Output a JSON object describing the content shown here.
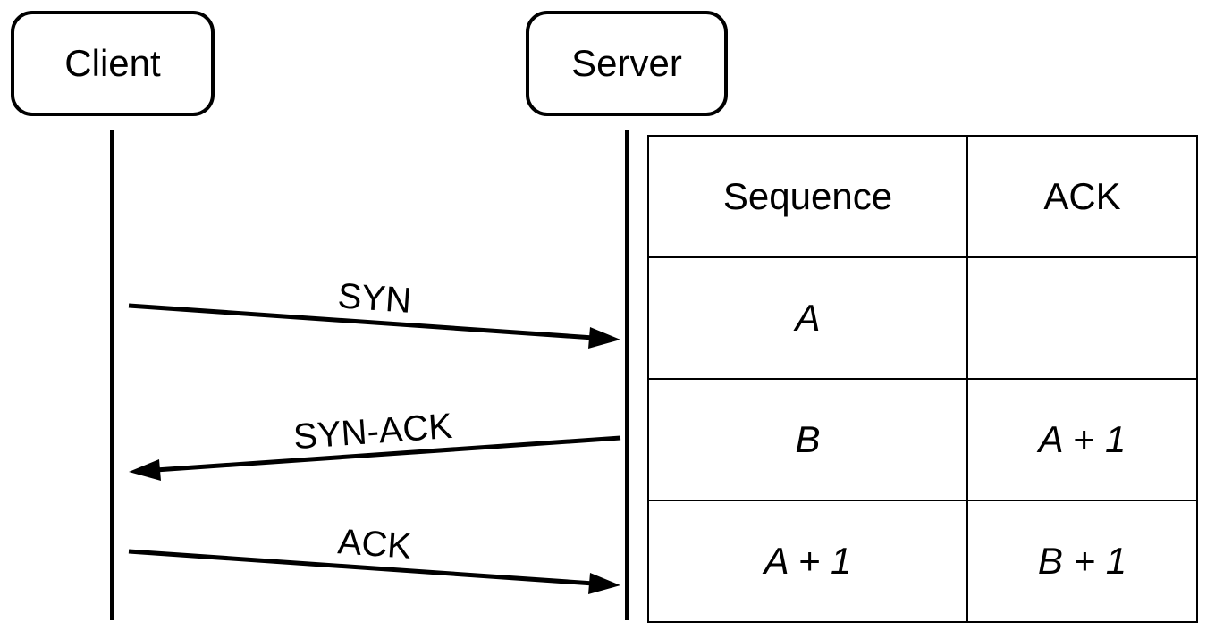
{
  "participants": {
    "client": "Client",
    "server": "Server"
  },
  "messages": [
    {
      "label": "SYN",
      "direction": "client-to-server"
    },
    {
      "label": "SYN-ACK",
      "direction": "server-to-client"
    },
    {
      "label": "ACK",
      "direction": "client-to-server"
    }
  ],
  "table": {
    "headers": [
      "Sequence",
      "ACK"
    ],
    "rows": [
      [
        "A",
        ""
      ],
      [
        "B",
        "A + 1"
      ],
      [
        "A + 1",
        "B + 1"
      ]
    ]
  }
}
